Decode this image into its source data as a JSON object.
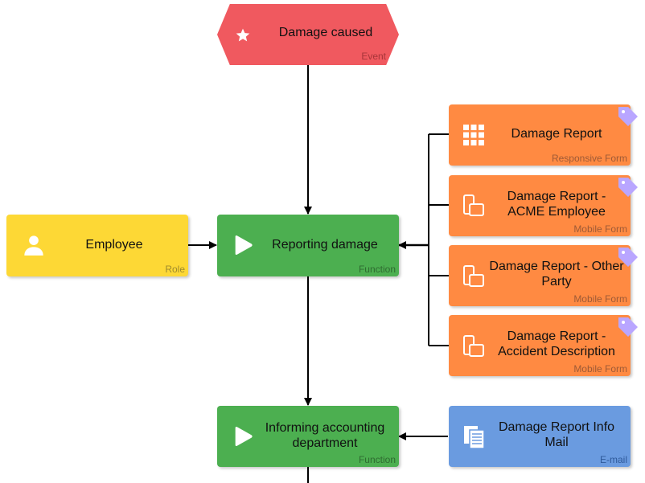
{
  "colors": {
    "event": "#f0595f",
    "role": "#fdd835",
    "function": "#4caf50",
    "responsive_form": "#ff8a42",
    "mobile_form": "#ff8a42",
    "email": "#6a9be0",
    "tag": "#b9a6ff",
    "edge": "#000000"
  },
  "event": {
    "title": "Damage caused",
    "type": "Event",
    "icon": "star-icon"
  },
  "role": {
    "title": "Employee",
    "type": "Role",
    "icon": "person-icon"
  },
  "functions": [
    {
      "title": "Reporting damage",
      "type": "Function",
      "icon": "play-icon"
    },
    {
      "title": "Informing accounting department",
      "type": "Function",
      "icon": "play-icon"
    }
  ],
  "forms": [
    {
      "title": "Damage Report",
      "type": "Responsive Form",
      "icon": "grid-icon",
      "tag_icon": "tag-icon"
    },
    {
      "title": "Damage Report - ACME Employee",
      "type": "Mobile Form",
      "icon": "mobile-devices-icon",
      "tag_icon": "tag-icon"
    },
    {
      "title": "Damage Report - Other Party",
      "type": "Mobile Form",
      "icon": "mobile-devices-icon",
      "tag_icon": "tag-icon"
    },
    {
      "title": "Damage Report - Accident Description",
      "type": "Mobile Form",
      "icon": "mobile-devices-icon",
      "tag_icon": "tag-icon"
    }
  ],
  "mail": {
    "title": "Damage Report Info Mail",
    "type": "E-mail",
    "icon": "documents-icon"
  }
}
